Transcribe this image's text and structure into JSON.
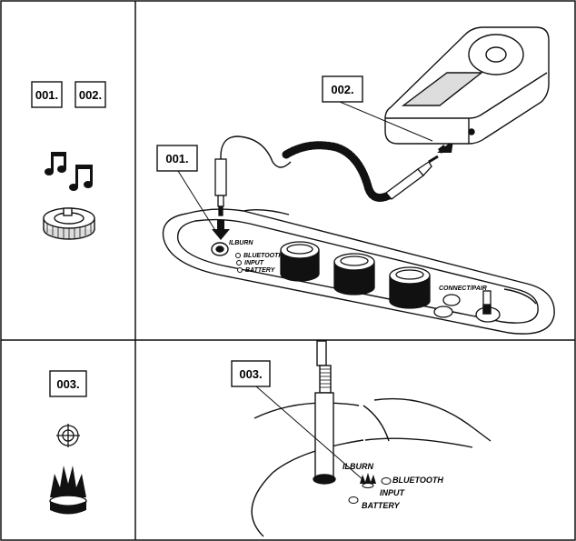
{
  "panels": {
    "top_left": {
      "labels": [
        "001.",
        "002."
      ]
    },
    "top_right": {
      "callouts": [
        "002.",
        "001."
      ],
      "jack_label": "ILBURN",
      "led_labels": [
        "BLUETOOTH",
        "INPUT",
        "BATTERY"
      ],
      "switch_label": "CONNECT/PAIR"
    },
    "bottom_left": {
      "labels": [
        "003."
      ]
    },
    "bottom_right": {
      "callout": "003.",
      "jack_label": "ILBURN",
      "led_labels": [
        "BLUETOOTH",
        "INPUT",
        "BATTERY"
      ]
    }
  },
  "icons": [
    "music-notes-icon",
    "volume-ring-icon",
    "target-icon",
    "crown-light-icon"
  ]
}
